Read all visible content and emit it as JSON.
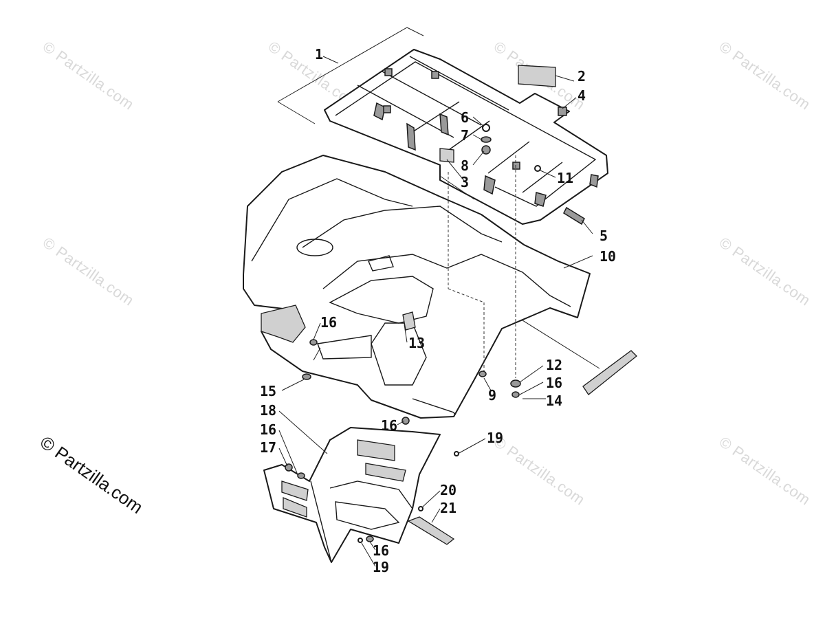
{
  "watermark": {
    "text": "© Partzilla.com"
  },
  "copyright": {
    "text": "© Partzilla.com"
  },
  "callouts": {
    "c1": "1",
    "c2": "2",
    "c3": "3",
    "c4": "4",
    "c5": "5",
    "c6": "6",
    "c7": "7",
    "c8": "8",
    "c9": "9",
    "c10": "10",
    "c11": "11",
    "c12": "12",
    "c13": "13",
    "c14": "14",
    "c15": "15",
    "c16a": "16",
    "c16b": "16",
    "c16c": "16",
    "c16d": "16",
    "c16e": "16",
    "c17": "17",
    "c18": "18",
    "c19a": "19",
    "c19b": "19",
    "c20": "20",
    "c21": "21"
  }
}
